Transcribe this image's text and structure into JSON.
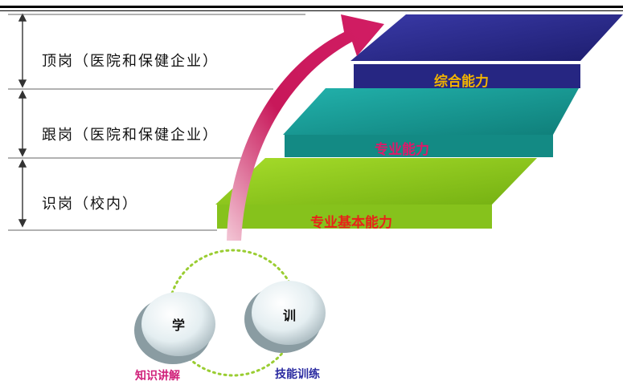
{
  "stages": [
    {
      "label": "顶岗（医院和保健企业）"
    },
    {
      "label": "跟岗（医院和保健企业）"
    },
    {
      "label": "识岗（校内）"
    }
  ],
  "steps": [
    {
      "label": "综合能力",
      "color": "#2a2a8c",
      "text_color": "#f2b400"
    },
    {
      "label": "专业能力",
      "color": "#169a94",
      "text_color": "#e0186a"
    },
    {
      "label": "专业基本能力",
      "color": "#8ac81e",
      "text_color": "#e8221a"
    }
  ],
  "cycle": {
    "left_label": "学",
    "right_label": "训",
    "left_caption": "知识讲解",
    "right_caption": "技能训练",
    "left_caption_color": "#d0207a",
    "right_caption_color": "#2a2aa0",
    "dot_color": "#9acd32"
  },
  "arrow_color": "#c8185a"
}
